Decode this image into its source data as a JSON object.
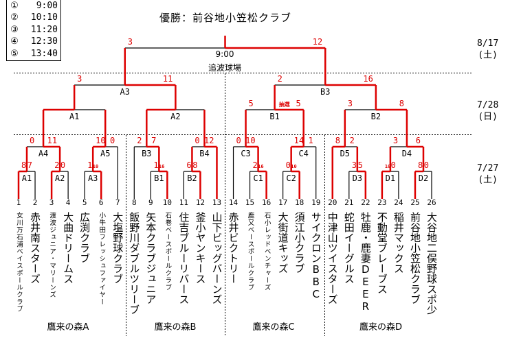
{
  "legend": [
    {
      "mark": "①",
      "time": "9:00"
    },
    {
      "mark": "②",
      "time": "10:10"
    },
    {
      "mark": "③",
      "time": "11:20"
    },
    {
      "mark": "④",
      "time": "12:30"
    },
    {
      "mark": "⑤",
      "time": "13:40"
    }
  ],
  "title": "優勝：前谷地小笠松クラブ",
  "final": {
    "time": "9:00",
    "venue": "追波球場"
  },
  "dates": [
    {
      "date": "8/17",
      "day": "(土)"
    },
    {
      "date": "7/28",
      "day": "(日)"
    },
    {
      "date": "7/27",
      "day": "(土)"
    }
  ],
  "teams": [
    {
      "no": "1",
      "name": "女川万石浦ベイスボールクラブ"
    },
    {
      "no": "2",
      "name": "赤井南スターズ"
    },
    {
      "no": "3",
      "name": "渡波ジュニア・マリーンズ"
    },
    {
      "no": "4",
      "name": "大曲ドリームス"
    },
    {
      "no": "5",
      "name": "広渕クラブ"
    },
    {
      "no": "6",
      "name": "小牛田フレッシュファイヤー"
    },
    {
      "no": "7",
      "name": "大塩野球クラブ"
    },
    {
      "no": "8",
      "name": "飯野川ダブルツリーブ"
    },
    {
      "no": "9",
      "name": "矢本クラブジュニア"
    },
    {
      "no": "10",
      "name": "石巻ベースボールクラブ"
    },
    {
      "no": "11",
      "name": "住吉ブルーリバース"
    },
    {
      "no": "12",
      "name": "釜小ヤンキース"
    },
    {
      "no": "13",
      "name": "山下ビッグバーンズ"
    },
    {
      "no": "14",
      "name": "赤井ビクトリー"
    },
    {
      "no": "15",
      "name": "鹿又ベースボールクラブ"
    },
    {
      "no": "16",
      "name": "石小レッドベンチャーズ"
    },
    {
      "no": "17",
      "name": "大街道キッズ"
    },
    {
      "no": "18",
      "name": "須江小クラブ"
    },
    {
      "no": "19",
      "name": "サイクロンBBC"
    },
    {
      "no": "20",
      "name": "中津山ツイスターズ"
    },
    {
      "no": "21",
      "name": "蛇田イーグルス"
    },
    {
      "no": "22",
      "name": "牡鹿・鹿妻DEER"
    },
    {
      "no": "23",
      "name": "不動堂ブレーブス"
    },
    {
      "no": "24",
      "name": "稲井マックス"
    },
    {
      "no": "25",
      "name": "前谷地小笠松クラブ"
    },
    {
      "no": "26",
      "name": "大谷地二俣野球スポ少"
    }
  ],
  "groups": [
    "鷹来の森A",
    "鷹来の森B",
    "鷹来の森C",
    "鷹来の森D"
  ],
  "matches": {
    "A1a": {
      "label": "A1",
      "l": "8",
      "r": "7",
      "winner": "l"
    },
    "A2a": {
      "label": "A2",
      "l": "2",
      "r": "0",
      "winner": "l"
    },
    "A3a": {
      "label": "A3",
      "l": "1",
      "r": "10",
      "winner": "r",
      "r_small": true
    },
    "A4": {
      "label": "A4",
      "l": "0",
      "r": "11",
      "winner": "r"
    },
    "A5": {
      "label": "A5",
      "l": "10",
      "r": "0",
      "winner": "l"
    },
    "B1a": {
      "label": "B1",
      "l": "1",
      "r": "16",
      "winner": "r",
      "r_small": true
    },
    "B3a": {
      "label": "B3",
      "l": "2",
      "r": "7",
      "winner": "r"
    },
    "B2a": {
      "label": "B2",
      "l": "6",
      "r": "8",
      "winner": "r"
    },
    "B4": {
      "label": "B4",
      "l": "0",
      "r": "12",
      "winner": "r"
    },
    "C1": {
      "label": "C1",
      "l": "2",
      "r": "16",
      "winner": "r",
      "r_small": true
    },
    "C3": {
      "label": "C3",
      "l": "0",
      "r": "10",
      "winner": "r"
    },
    "C2": {
      "label": "C2",
      "l": "0",
      "r": "10",
      "winner": "r",
      "r_small": true
    },
    "C4": {
      "label": "C4",
      "l": "14",
      "r": "1",
      "winner": "l"
    },
    "D3": {
      "label": "D3",
      "l": "3",
      "r": "5",
      "winner": "r"
    },
    "D5": {
      "label": "D5",
      "l": "8",
      "r": "2",
      "winner": "l"
    },
    "D1": {
      "label": "D1",
      "l": "10",
      "r": "0",
      "winner": "l",
      "l_small": true
    },
    "D2": {
      "label": "D2",
      "l": "8",
      "r": "0",
      "winner": "l"
    },
    "D4": {
      "label": "D4",
      "l": "3",
      "r": "6",
      "winner": "r"
    },
    "A1b": {
      "label": "A1",
      "winner": "l"
    },
    "A2b": {
      "label": "A2",
      "winner": "l"
    },
    "B1b": {
      "label": "B1",
      "l": "5",
      "r": "5",
      "winner": "r",
      "note": "抽選"
    },
    "B2b": {
      "label": "B2",
      "l": "3",
      "r": "8",
      "winner": "r"
    },
    "A3": {
      "label": "A3",
      "l": "3",
      "r": "11",
      "winner": "r"
    },
    "B3": {
      "label": "B3",
      "l": "2",
      "r": "16",
      "winner": "r"
    },
    "F": {
      "label": "",
      "l": "3",
      "r": "12",
      "winner": "r"
    }
  },
  "colors": {
    "win": "#dd0000",
    "line": "#000000"
  }
}
